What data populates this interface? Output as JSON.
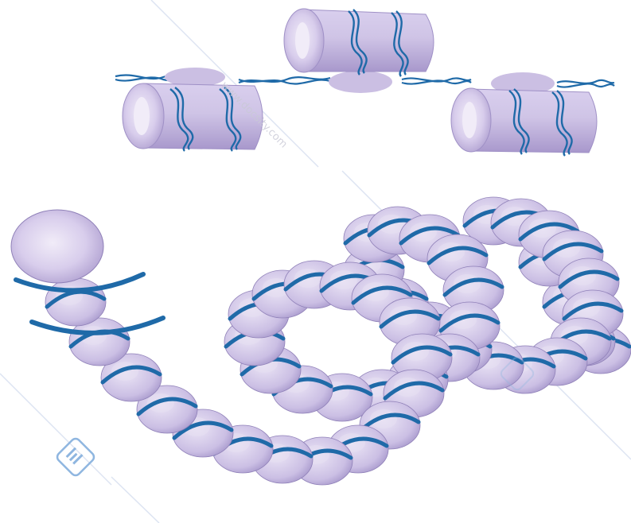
{
  "watermark": {
    "text": "www.docsity.com"
  },
  "colors": {
    "histone_fill": "#cfc4e6",
    "histone_light": "#e6dff2",
    "histone_shade": "#a595c8",
    "histone_edge": "#8f80b8",
    "dna_strand": "#1f6aa8",
    "dna_bright": "#2a7fc4",
    "watermark_lines": "#dde4f2",
    "logo": "#8fb6e0"
  },
  "figure": {
    "top_panel": "nucleosomes-on-dna",
    "bottom_panel": "solenoid-30nm-fiber"
  }
}
